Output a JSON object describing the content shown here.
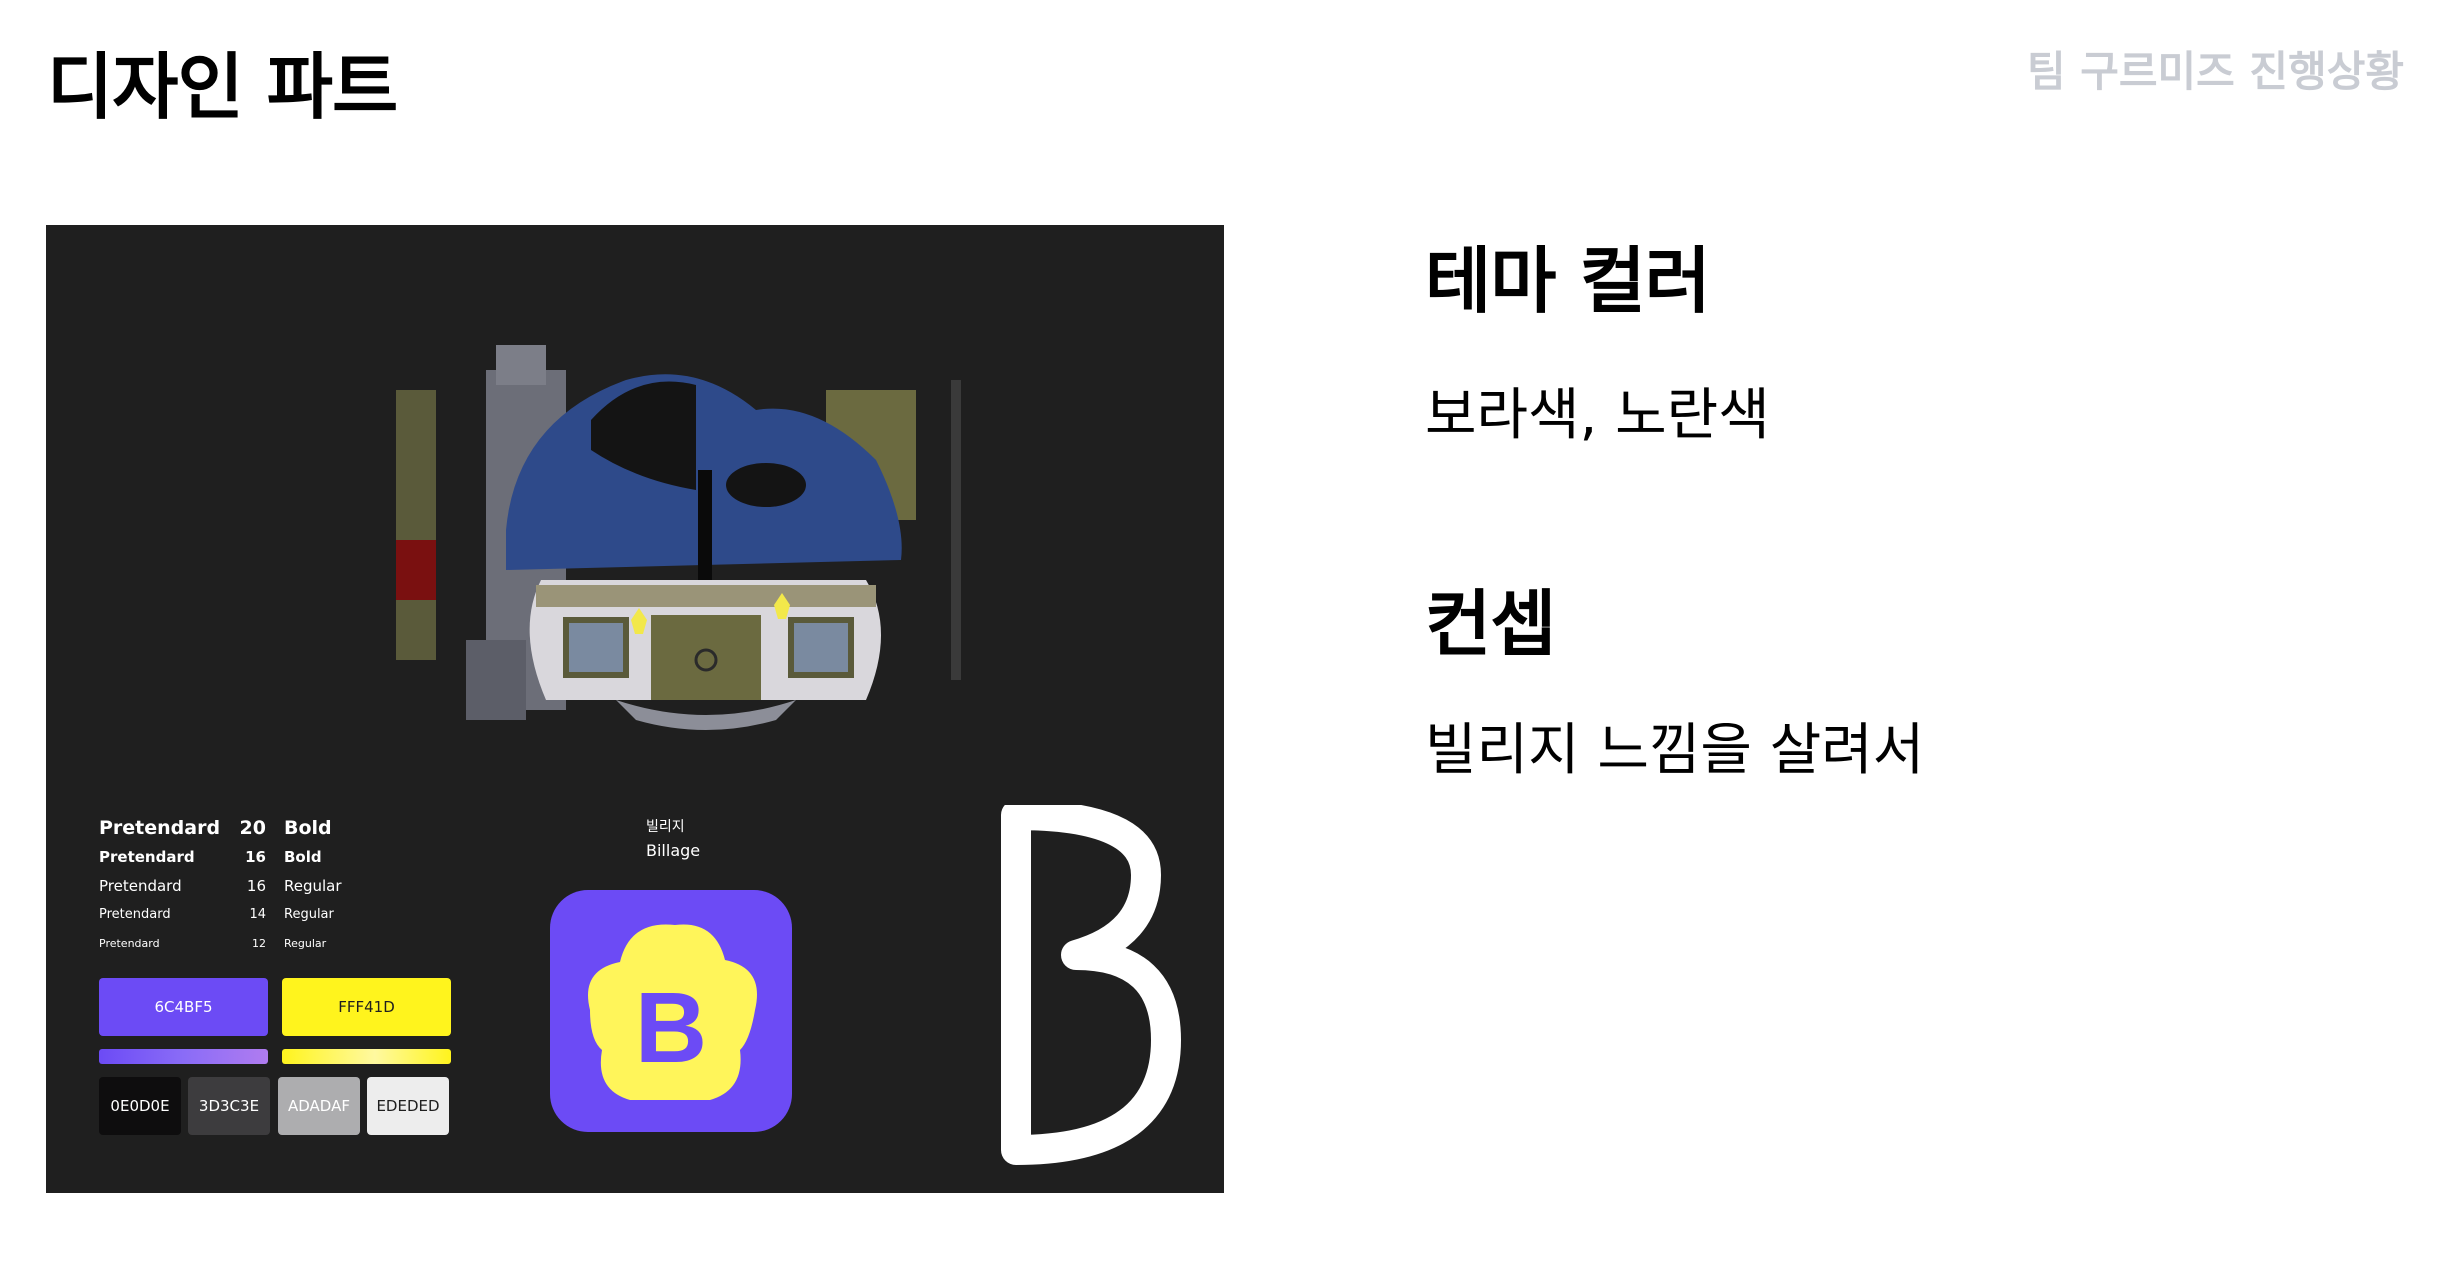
{
  "header": {
    "title": "디자인 파트",
    "subtitle": "팀 구르미즈 진행상황"
  },
  "board": {
    "typography": [
      {
        "font": "Pretendard",
        "size": "20",
        "weight": "Bold"
      },
      {
        "font": "Pretendard",
        "size": "16",
        "weight": "Bold"
      },
      {
        "font": "Pretendard",
        "size": "16",
        "weight": "Regular"
      },
      {
        "font": "Pretendard",
        "size": "14",
        "weight": "Regular"
      },
      {
        "font": "Pretendard",
        "size": "12",
        "weight": "Regular"
      }
    ],
    "colors": {
      "primary": {
        "label": "6C4BF5",
        "hex": "#6c4bf5"
      },
      "secondary": {
        "label": "FFF41D",
        "hex": "#fff41d"
      },
      "grays": [
        {
          "label": "0E0D0E",
          "hex": "#0e0d0e"
        },
        {
          "label": "3D3C3E",
          "hex": "#3d3c3e"
        },
        {
          "label": "ADADAF",
          "hex": "#adadaf"
        },
        {
          "label": "EDEDED",
          "hex": "#ededed"
        }
      ]
    },
    "app": {
      "name_ko": "빌리지",
      "name_en": "Billage",
      "icon_letter": "B"
    },
    "icons": [
      "mushroom-house-icon",
      "app-icon",
      "logo-b-icon"
    ]
  },
  "theme": {
    "heading": "테마 컬러",
    "text": "보라색, 노란색"
  },
  "concept": {
    "heading": "컨셉",
    "text": "빌리지 느낌을 살려서"
  }
}
